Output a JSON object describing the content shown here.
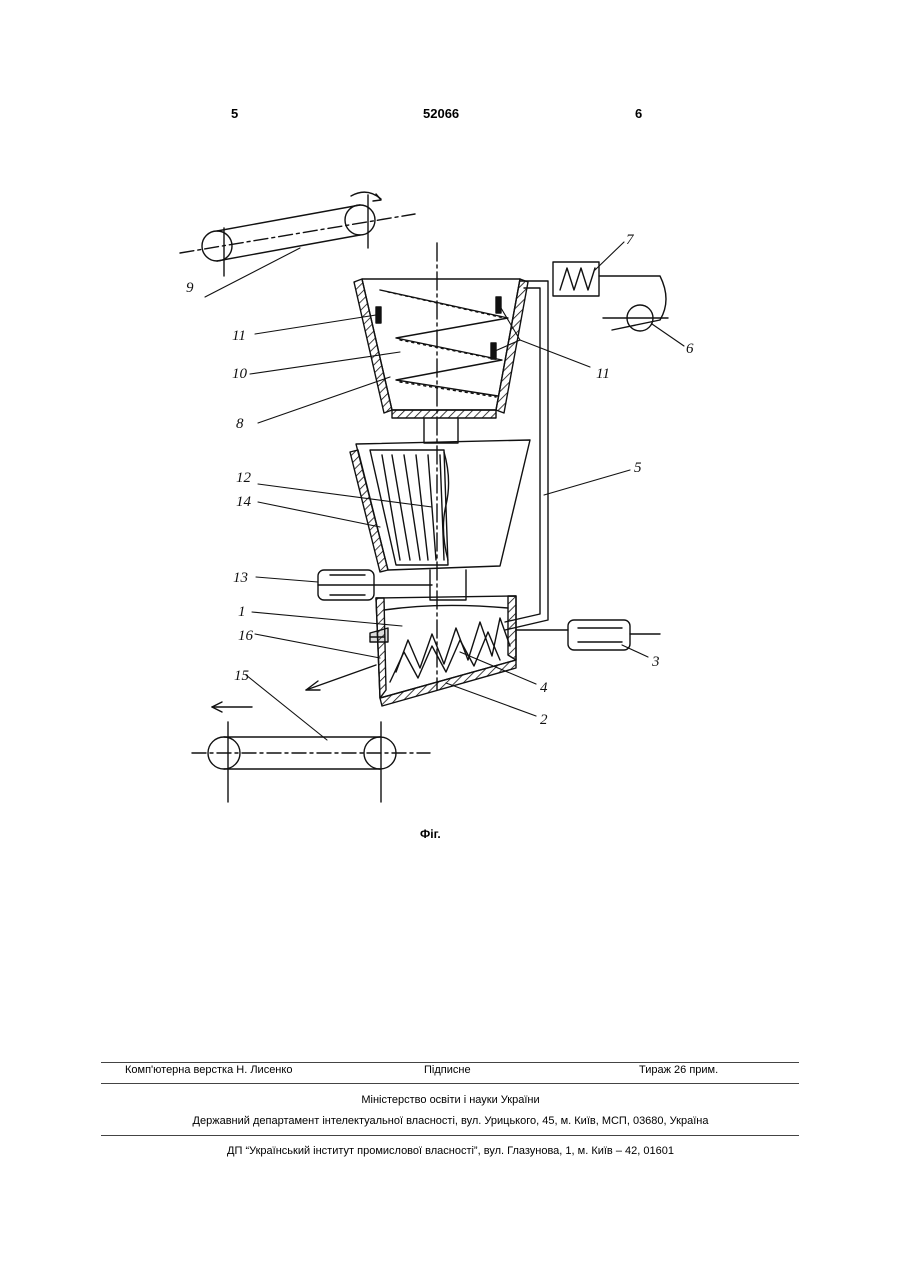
{
  "header": {
    "page_left": "5",
    "patent_number": "52066",
    "page_right": "6"
  },
  "figure": {
    "caption": "Фіг.",
    "labels": {
      "n1": "1",
      "n2": "2",
      "n3": "3",
      "n4": "4",
      "n5": "5",
      "n6": "6",
      "n7": "7",
      "n8": "8",
      "n9": "9",
      "n10": "10",
      "n11a": "11",
      "n11b": "11",
      "n12": "12",
      "n13": "13",
      "n14": "14",
      "n15": "15",
      "n16": "16"
    }
  },
  "footer": {
    "layout": "Комп'ютерна верстка Н. Лисенко",
    "signed": "Підписне",
    "print_run": "Тираж 26 прим.",
    "ministry": "Міністерство освіти і науки України",
    "department": "Державний департамент інтелектуальної власності, вул. Урицького, 45, м. Київ, МСП, 03680, Україна",
    "institute": "ДП “Український інститут промислової власності”, вул. Глазунова, 1, м. Київ – 42, 01601"
  }
}
